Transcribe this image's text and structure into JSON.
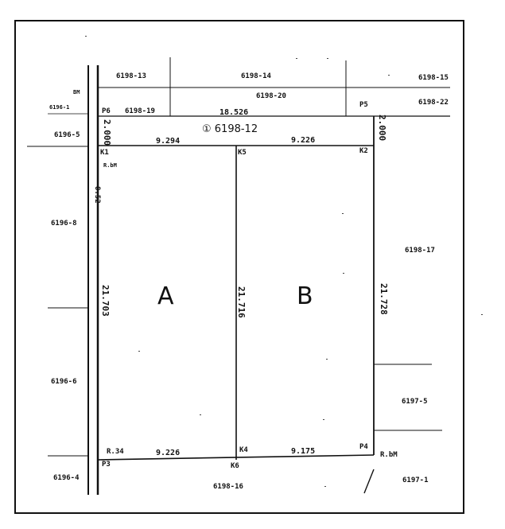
{
  "parcels": {
    "p_6198_13": "6198-13",
    "p_6198_14": "6198-14",
    "p_6198_15": "6198-15",
    "p_6198_20": "6198-20",
    "p_6198_22": "6198-22",
    "p_6198_19": "6198-19",
    "p_6196_1": "6196-1",
    "p_6196_5": "6196-5",
    "p_6196_8": "6196-8",
    "p_6196_6": "6196-6",
    "p_6196_4": "6196-4",
    "p_6198_17": "6198-17",
    "p_6197_5": "6197-5",
    "p_6197_1": "6197-1",
    "p_6198_16": "6198-16",
    "tiny_top": "BM",
    "tiny_note": "6196-1"
  },
  "main_lot": "① 6198-12",
  "lots": {
    "a": "A",
    "b": "B"
  },
  "points": {
    "p6": "P6",
    "p5": "P5",
    "k1": "K1",
    "k1_sub": "R.bM",
    "k5": "K5",
    "k2": "K2",
    "p3": "P3",
    "k4": "K4",
    "k6": "K6",
    "p4": "P4",
    "r34": "R.34",
    "rbm": "R.bM"
  },
  "dimensions": {
    "top_road": "18.526",
    "top_a": "9.294",
    "top_b": "9.226",
    "bottom_a": "9.226",
    "bottom_b": "9.175",
    "left_a": "21.703",
    "mid": "21.716",
    "right_b": "21.728",
    "left_road": "2.000",
    "right_road": "2.000",
    "left_upper": "8.52"
  }
}
